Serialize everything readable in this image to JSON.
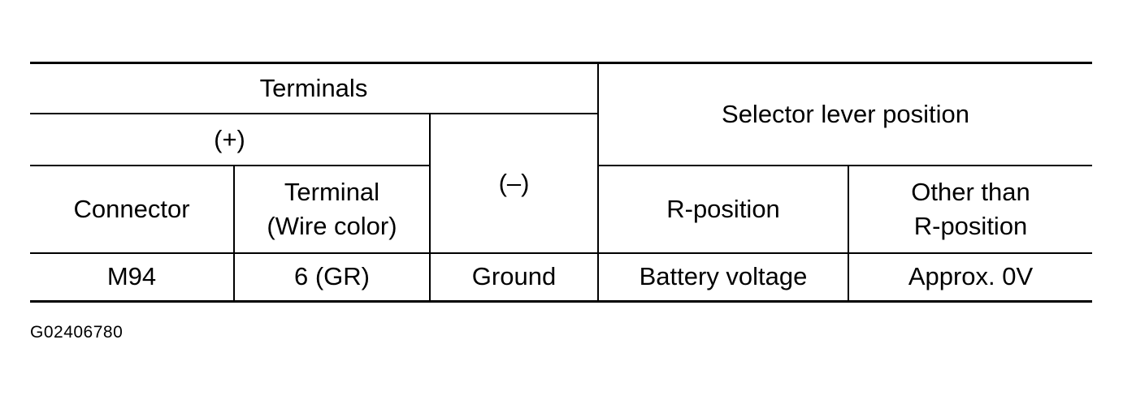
{
  "table": {
    "header": {
      "terminals": "Terminals",
      "plus": "(+)",
      "minus": "(–)",
      "connector": "Connector",
      "terminal_line1": "Terminal",
      "terminal_line2": "(Wire color)",
      "selector_lever_position": "Selector lever position",
      "r_position": "R-position",
      "other_line1": "Other than",
      "other_line2": "R-position"
    },
    "row": {
      "connector": "M94",
      "terminal": "6 (GR)",
      "minus": "Ground",
      "r_position": "Battery voltage",
      "other": "Approx. 0V"
    }
  },
  "figure_code": "G02406780"
}
